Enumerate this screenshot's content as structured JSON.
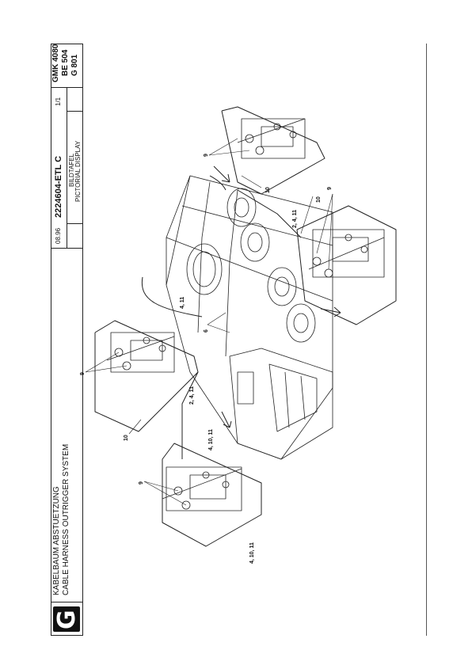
{
  "logo": {
    "letter": "G"
  },
  "title": {
    "de": "KABELBAUM ABSTUETZUNG",
    "en": "CABLE HARNESS OUTRIGGER SYSTEM"
  },
  "display": {
    "de": "BILDTAFEL",
    "en": "PICTORIAL DISPLAY"
  },
  "date": "08.96",
  "drawing_number": "2224604-ETL C",
  "sheet": "1/1",
  "model": {
    "line1": "GMK 4080",
    "line2": "BE 504",
    "line3": "G 801"
  },
  "callouts": {
    "c9_a": "9",
    "c9_b": "9",
    "c9_c": "9",
    "c9_d": "9",
    "c10_a": "10",
    "c10_b": "10",
    "c10_c": "10",
    "c2411_a": "2, 4, 11",
    "c2411_b": "2, 4, 11",
    "c411": "4, 11",
    "c6": "6",
    "c41011_a": "4, 10, 11",
    "c41011_b": "4, 10, 11"
  }
}
